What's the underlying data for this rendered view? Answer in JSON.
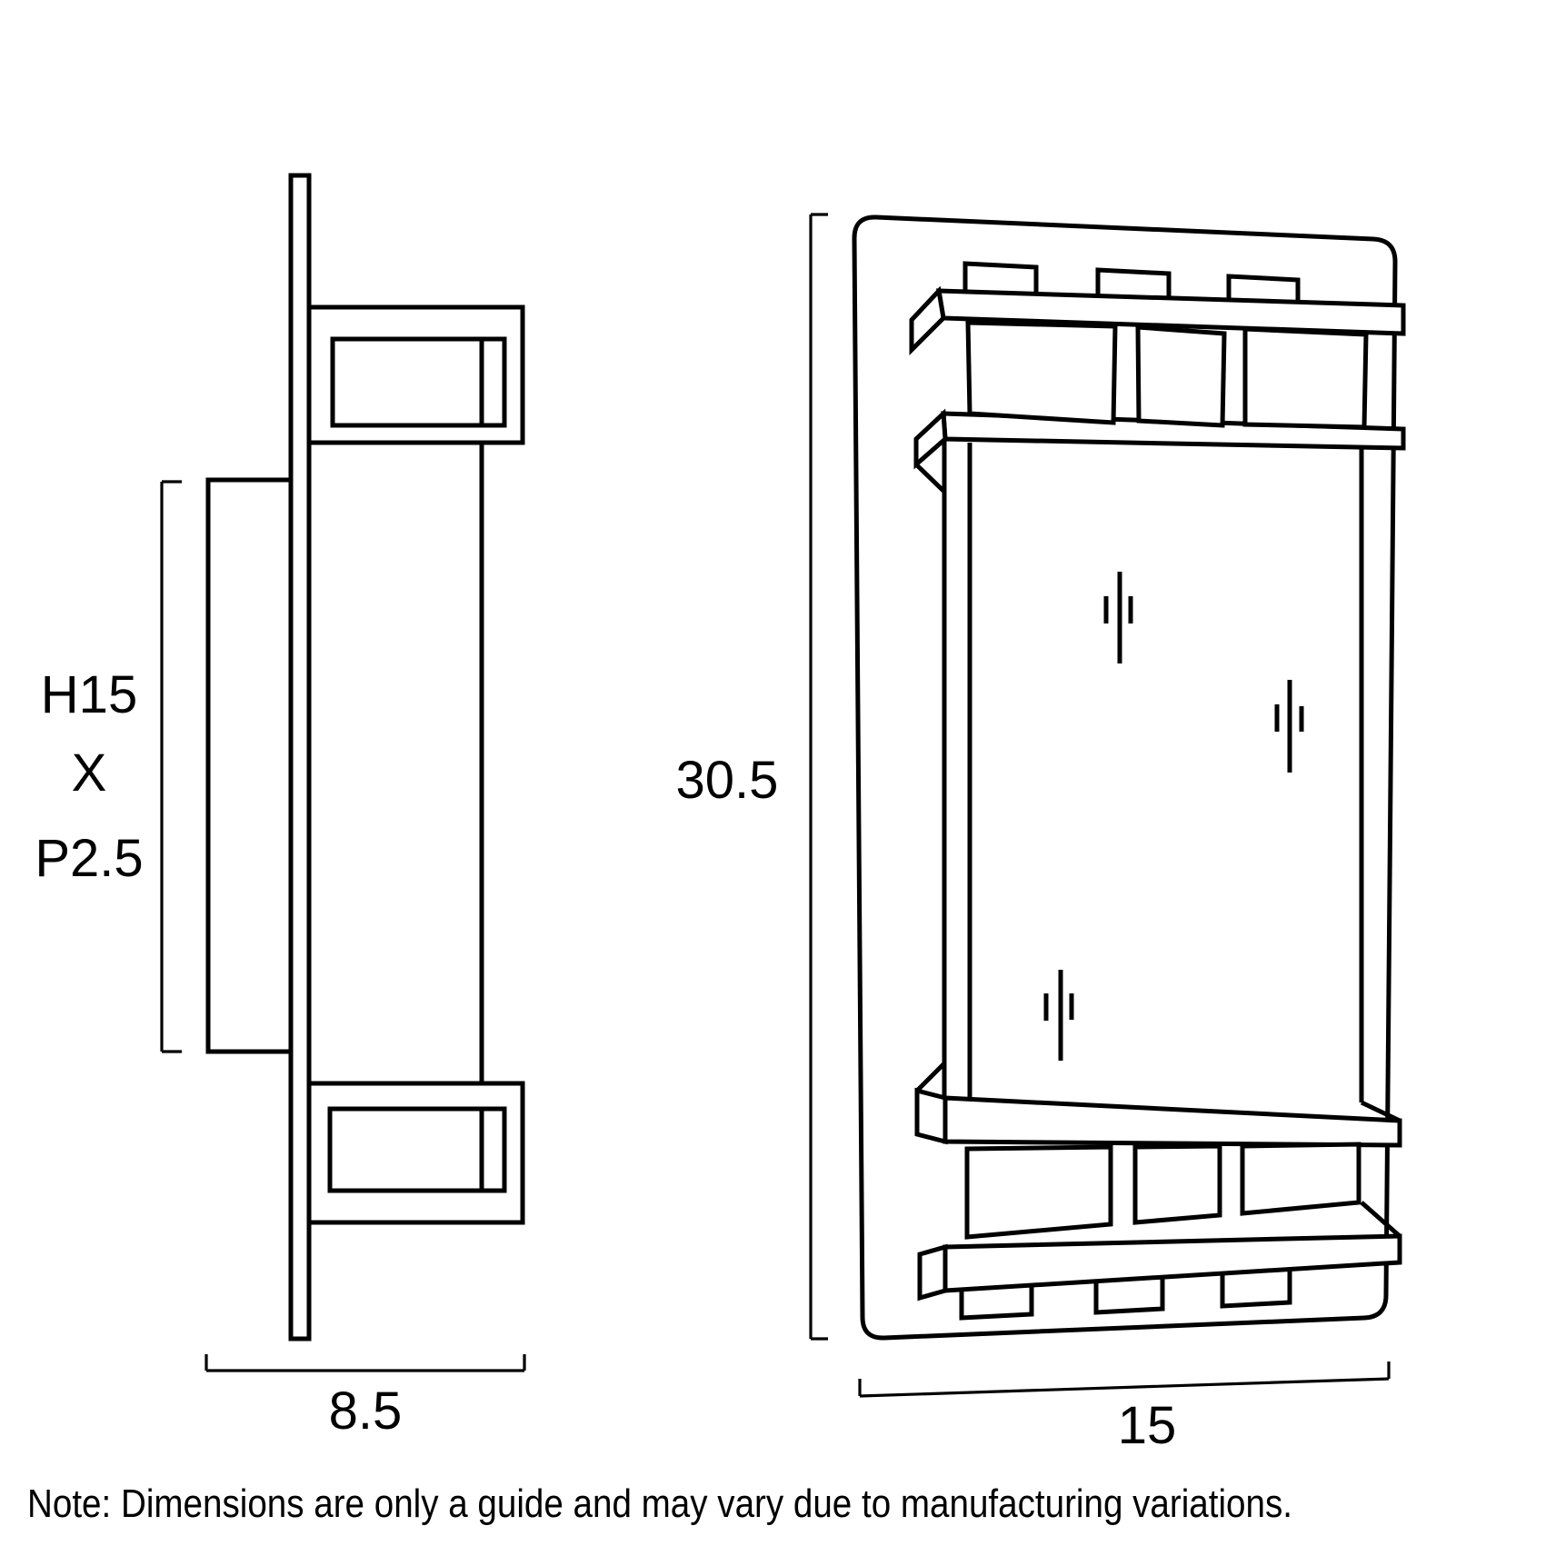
{
  "colors": {
    "line": "#000000",
    "background": "#ffffff"
  },
  "side_view": {
    "glass_height_label": "H15",
    "multiply_label": "X",
    "depth_label": "P2.5",
    "width_label": "8.5"
  },
  "front_view": {
    "height_label": "30.5",
    "width_label": "15"
  },
  "footer": {
    "note": "Note: Dimensions are only a guide and may vary due to manufacturing variations."
  }
}
